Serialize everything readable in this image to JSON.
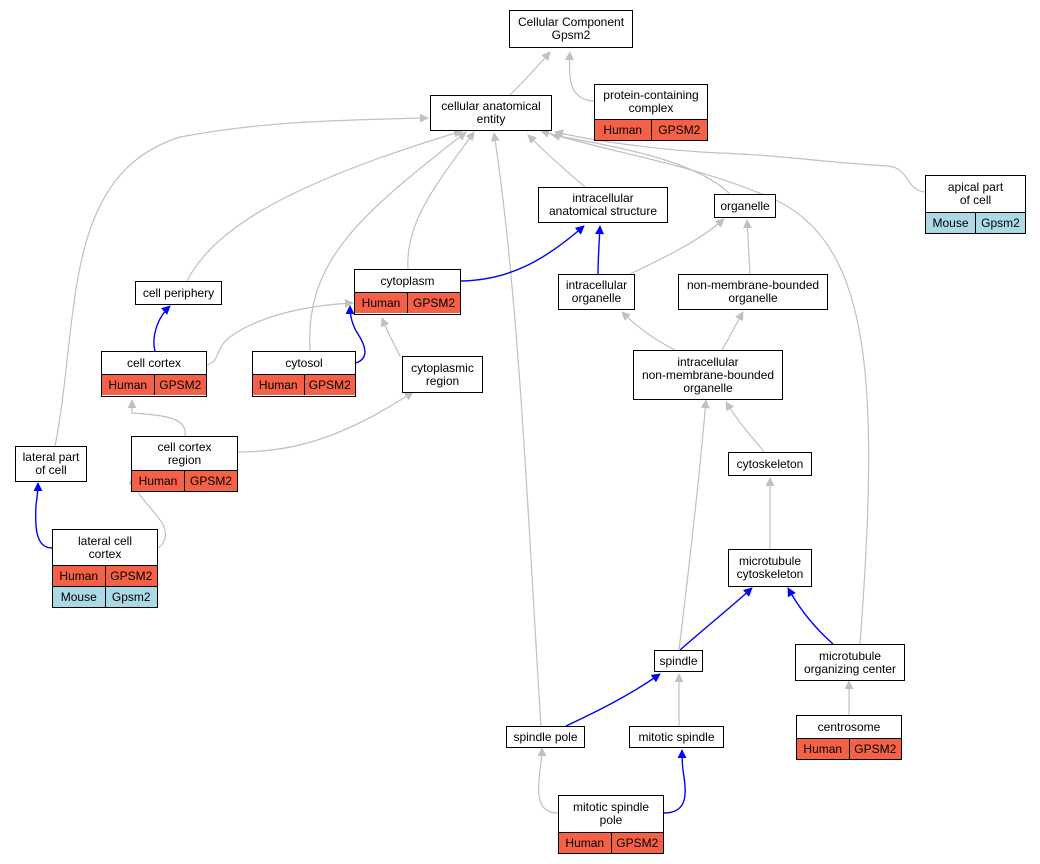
{
  "colors": {
    "human_row": "#f46147",
    "mouse_row": "#add8e6",
    "edge_default": "#c0c0c0",
    "edge_highlight": "#0000ff"
  },
  "nodes": {
    "root": {
      "label": "Cellular Component\nGpsm2",
      "rows": []
    },
    "cae": {
      "label": "cellular anatomical\nentity",
      "rows": []
    },
    "pcc": {
      "label": "protein-containing\ncomplex",
      "rows": [
        {
          "type": "human",
          "species": "Human",
          "gene": "GPSM2"
        }
      ]
    },
    "ias": {
      "label": "intracellular\nanatomical structure",
      "rows": []
    },
    "organelle": {
      "label": "organelle",
      "rows": []
    },
    "apical": {
      "label": "apical part\nof cell",
      "rows": [
        {
          "type": "mouse",
          "species": "Mouse",
          "gene": "Gpsm2"
        }
      ]
    },
    "periphery": {
      "label": "cell periphery",
      "rows": []
    },
    "cytoplasm": {
      "label": "cytoplasm",
      "rows": [
        {
          "type": "human",
          "species": "Human",
          "gene": "GPSM2"
        }
      ]
    },
    "io": {
      "label": "intracellular\norganelle",
      "rows": []
    },
    "nmbo": {
      "label": "non-membrane-bounded\norganelle",
      "rows": []
    },
    "cortex": {
      "label": "cell cortex",
      "rows": [
        {
          "type": "human",
          "species": "Human",
          "gene": "GPSM2"
        }
      ]
    },
    "cytosol": {
      "label": "cytosol",
      "rows": [
        {
          "type": "human",
          "species": "Human",
          "gene": "GPSM2"
        }
      ]
    },
    "cregion": {
      "label": "cytoplasmic\nregion",
      "rows": []
    },
    "inmbo": {
      "label": "intracellular\nnon-membrane-bounded\norganelle",
      "rows": []
    },
    "lateral": {
      "label": "lateral part\nof cell",
      "rows": []
    },
    "ccregion": {
      "label": "cell cortex\nregion",
      "rows": [
        {
          "type": "human",
          "species": "Human",
          "gene": "GPSM2"
        }
      ]
    },
    "cytoskeleton": {
      "label": "cytoskeleton",
      "rows": []
    },
    "lcc": {
      "label": "lateral cell\ncortex",
      "rows": [
        {
          "type": "human",
          "species": "Human",
          "gene": "GPSM2"
        },
        {
          "type": "mouse",
          "species": "Mouse",
          "gene": "Gpsm2"
        }
      ]
    },
    "mtcyto": {
      "label": "microtubule\ncytoskeleton",
      "rows": []
    },
    "spindle": {
      "label": "spindle",
      "rows": []
    },
    "mtoc": {
      "label": "microtubule\norganizing center",
      "rows": []
    },
    "spole": {
      "label": "spindle pole",
      "rows": []
    },
    "mspindle": {
      "label": "mitotic spindle",
      "rows": []
    },
    "centrosome": {
      "label": "centrosome",
      "rows": [
        {
          "type": "human",
          "species": "Human",
          "gene": "GPSM2"
        }
      ]
    },
    "msp": {
      "label": "mitotic spindle\npole",
      "rows": [
        {
          "type": "human",
          "species": "Human",
          "gene": "GPSM2"
        }
      ]
    }
  },
  "edges": [
    {
      "from": "cae",
      "to": "root",
      "kind": "default"
    },
    {
      "from": "pcc",
      "to": "root",
      "kind": "default"
    },
    {
      "from": "ias",
      "to": "cae",
      "kind": "default"
    },
    {
      "from": "organelle",
      "to": "cae",
      "kind": "default"
    },
    {
      "from": "apical",
      "to": "cae",
      "kind": "default"
    },
    {
      "from": "periphery",
      "to": "cae",
      "kind": "default"
    },
    {
      "from": "cytoplasm",
      "to": "cae",
      "kind": "default"
    },
    {
      "from": "cytosol",
      "to": "cae",
      "kind": "default"
    },
    {
      "from": "lateral",
      "to": "cae",
      "kind": "default"
    },
    {
      "from": "spole",
      "to": "cae",
      "kind": "default"
    },
    {
      "from": "mtoc",
      "to": "cae",
      "kind": "default"
    },
    {
      "from": "cytoplasm",
      "to": "ias",
      "kind": "highlight"
    },
    {
      "from": "io",
      "to": "ias",
      "kind": "highlight"
    },
    {
      "from": "io",
      "to": "organelle",
      "kind": "default"
    },
    {
      "from": "nmbo",
      "to": "organelle",
      "kind": "default"
    },
    {
      "from": "inmbo",
      "to": "io",
      "kind": "default"
    },
    {
      "from": "inmbo",
      "to": "nmbo",
      "kind": "default"
    },
    {
      "from": "cortex",
      "to": "periphery",
      "kind": "highlight"
    },
    {
      "from": "cortex",
      "to": "cytoplasm",
      "kind": "default"
    },
    {
      "from": "cytosol",
      "to": "cytoplasm",
      "kind": "highlight"
    },
    {
      "from": "cregion",
      "to": "cytoplasm",
      "kind": "default"
    },
    {
      "from": "ccregion",
      "to": "cortex",
      "kind": "default"
    },
    {
      "from": "ccregion",
      "to": "cregion",
      "kind": "default"
    },
    {
      "from": "lcc",
      "to": "lateral",
      "kind": "highlight"
    },
    {
      "from": "lcc",
      "to": "ccregion",
      "kind": "default"
    },
    {
      "from": "cytoskeleton",
      "to": "inmbo",
      "kind": "default"
    },
    {
      "from": "spindle",
      "to": "inmbo",
      "kind": "default"
    },
    {
      "from": "mtcyto",
      "to": "cytoskeleton",
      "kind": "default"
    },
    {
      "from": "spindle",
      "to": "mtcyto",
      "kind": "highlight"
    },
    {
      "from": "mtoc",
      "to": "mtcyto",
      "kind": "highlight"
    },
    {
      "from": "spole",
      "to": "spindle",
      "kind": "highlight"
    },
    {
      "from": "mspindle",
      "to": "spindle",
      "kind": "default"
    },
    {
      "from": "centrosome",
      "to": "mtoc",
      "kind": "default"
    },
    {
      "from": "msp",
      "to": "spole",
      "kind": "default"
    },
    {
      "from": "msp",
      "to": "mspindle",
      "kind": "highlight"
    }
  ]
}
